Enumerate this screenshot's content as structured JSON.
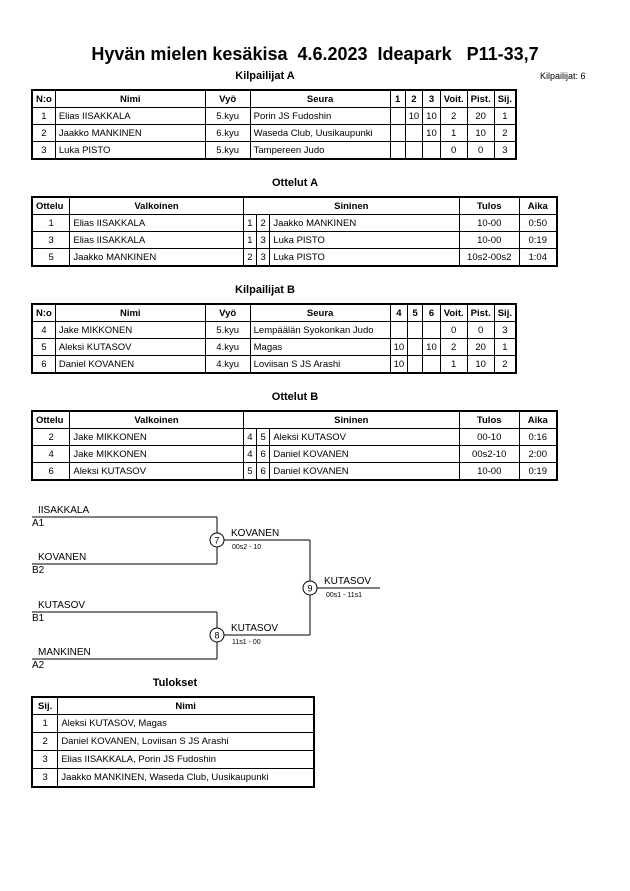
{
  "title": "Hyvän mielen kesäkisa  4.6.2023  Ideapark   P11-33,7",
  "participants_count": "Kilpailijat: 6",
  "pool_a": {
    "heading": "Kilpailijat A",
    "headers": [
      "N:o",
      "Nimi",
      "Vyö",
      "Seura",
      "1",
      "2",
      "3",
      "Voit.",
      "Pist.",
      "Sij."
    ],
    "rows": [
      [
        "1",
        "Elias IISAKKALA",
        "5.kyu",
        "Porin JS Fudoshin",
        "",
        "10",
        "10",
        "2",
        "20",
        "1"
      ],
      [
        "2",
        "Jaakko MANKINEN",
        "6.kyu",
        "Waseda Club, Uusikaupunki",
        "",
        "",
        "10",
        "1",
        "10",
        "2"
      ],
      [
        "3",
        "Luka PISTO",
        "5.kyu",
        "Tampereen Judo",
        "",
        "",
        "",
        "0",
        "0",
        "3"
      ]
    ]
  },
  "matches_a": {
    "heading": "Ottelut A",
    "headers": [
      "Ottelu",
      "Valkoinen",
      "Sininen",
      "Tulos",
      "Aika"
    ],
    "rows": [
      [
        "1",
        "Elias IISAKKALA",
        "1",
        "2",
        "Jaakko MANKINEN",
        "10-00",
        "0:50"
      ],
      [
        "3",
        "Elias IISAKKALA",
        "1",
        "3",
        "Luka PISTO",
        "10-00",
        "0:19"
      ],
      [
        "5",
        "Jaakko MANKINEN",
        "2",
        "3",
        "Luka PISTO",
        "10s2-00s2",
        "1:04"
      ]
    ]
  },
  "pool_b": {
    "heading": "Kilpailijat B",
    "headers": [
      "N:o",
      "Nimi",
      "Vyö",
      "Seura",
      "4",
      "5",
      "6",
      "Voit.",
      "Pist.",
      "Sij."
    ],
    "rows": [
      [
        "4",
        "Jake MIKKONEN",
        "5.kyu",
        "Lempäälän Syokonkan Judo",
        "",
        "",
        "",
        "0",
        "0",
        "3"
      ],
      [
        "5",
        "Aleksi KUTASOV",
        "4.kyu",
        "Magas",
        "10",
        "",
        "10",
        "2",
        "20",
        "1"
      ],
      [
        "6",
        "Daniel KOVANEN",
        "4.kyu",
        "Loviisan S JS Arashi",
        "10",
        "",
        "",
        "1",
        "10",
        "2"
      ]
    ]
  },
  "matches_b": {
    "heading": "Ottelut B",
    "headers": [
      "Ottelu",
      "Valkoinen",
      "Sininen",
      "Tulos",
      "Aika"
    ],
    "rows": [
      [
        "2",
        "Jake MIKKONEN",
        "4",
        "5",
        "Aleksi KUTASOV",
        "00-10",
        "0:16"
      ],
      [
        "4",
        "Jake MIKKONEN",
        "4",
        "6",
        "Daniel KOVANEN",
        "00s2-10",
        "2:00"
      ],
      [
        "6",
        "Aleksi KUTASOV",
        "5",
        "6",
        "Daniel KOVANEN",
        "10-00",
        "0:19"
      ]
    ]
  },
  "bracket": {
    "semi1": {
      "top_name": "IISAKKALA",
      "top_seed": "A1",
      "bottom_name": "KOVANEN",
      "bottom_seed": "B2",
      "match_no": "7",
      "winner": "KOVANEN",
      "score": "00s2 - 10"
    },
    "semi2": {
      "top_name": "KUTASOV",
      "top_seed": "B1",
      "bottom_name": "MANKINEN",
      "bottom_seed": "A2",
      "match_no": "8",
      "winner": "KUTASOV",
      "score": "11s1 - 00"
    },
    "final": {
      "match_no": "9",
      "winner": "KUTASOV",
      "score": "00s1 - 11s1"
    }
  },
  "results": {
    "heading": "Tulokset",
    "headers": [
      "Sij.",
      "Nimi"
    ],
    "rows": [
      [
        "1",
        "Aleksi KUTASOV, Magas"
      ],
      [
        "2",
        "Daniel KOVANEN, Loviisan S JS Arashi"
      ],
      [
        "3",
        "Elias IISAKKALA, Porin JS Fudoshin"
      ],
      [
        "3",
        "Jaakko MANKINEN, Waseda Club, Uusikaupunki"
      ]
    ]
  }
}
